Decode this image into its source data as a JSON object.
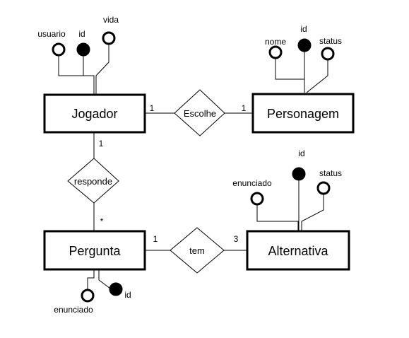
{
  "entities": {
    "jogador": "Jogador",
    "personagem": "Personagem",
    "pergunta": "Pergunta",
    "alternativa": "Alternativa"
  },
  "relationships": {
    "escolhe": "Escolhe",
    "responde": "responde",
    "tem": "tem"
  },
  "attributes": {
    "jogador": {
      "usuario": "usuario",
      "id": "id",
      "vida": "vida"
    },
    "personagem": {
      "nome": "nome",
      "id": "id",
      "status": "status"
    },
    "alternativa": {
      "enunciado": "enunciado",
      "id": "id",
      "status": "status"
    },
    "pergunta": {
      "enunciado": "enunciado",
      "id": "id"
    }
  },
  "cardinalities": {
    "jogador_escolhe": "1",
    "escolhe_personagem": "1",
    "jogador_responde": "1",
    "responde_pergunta": "*",
    "pergunta_tem": "1",
    "tem_alternativa": "3"
  },
  "legend": {
    "key_attribute": "filled circle",
    "regular_attribute": "hollow circle"
  },
  "colors": {
    "stroke": "#000000",
    "background": "#ffffff"
  }
}
